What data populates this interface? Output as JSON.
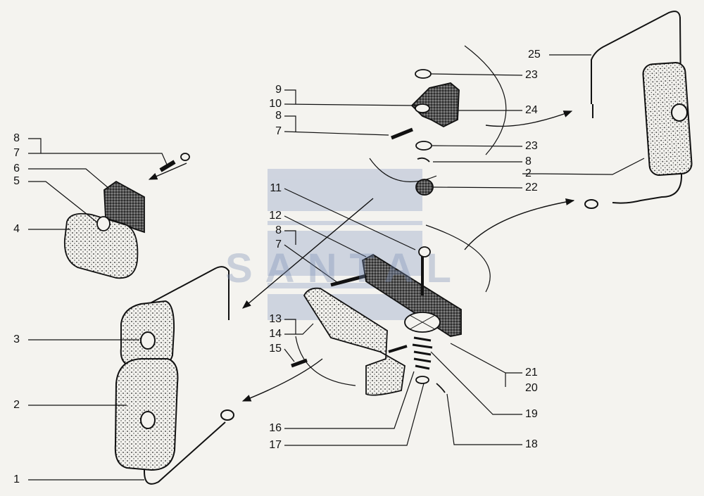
{
  "watermark": "SANTAL",
  "colors": {
    "ink": "#111111",
    "paper": "#f4f3ef",
    "watermark": "#8a9cc4"
  },
  "callouts": {
    "c1": "1",
    "c2": "2",
    "c3": "3",
    "c4": "4",
    "c5": "5",
    "c6": "6",
    "c7a": "7",
    "c8a": "8",
    "c9": "9",
    "c10": "10",
    "c8b": "8",
    "c7b": "7",
    "c11": "11",
    "c12": "12",
    "c8c": "8",
    "c7c": "7",
    "c13": "13",
    "c14": "14",
    "c15": "15",
    "c16": "16",
    "c17": "17",
    "c25": "25",
    "c23a": "23",
    "c24": "24",
    "c23b": "23",
    "c8d": "8",
    "c2b": "2",
    "c22": "22",
    "c21": "21",
    "c20": "20",
    "c19": "19",
    "c18": "18"
  }
}
